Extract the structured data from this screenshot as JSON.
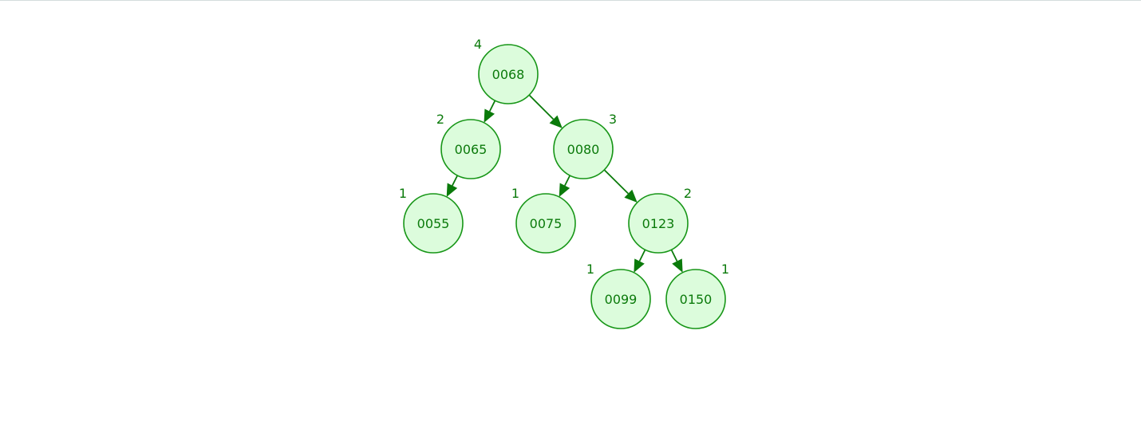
{
  "tree": {
    "nodes": [
      {
        "id": "n68",
        "key": "0068",
        "height": "4",
        "height_side": "left"
      },
      {
        "id": "n65",
        "key": "0065",
        "height": "2",
        "height_side": "left"
      },
      {
        "id": "n80",
        "key": "0080",
        "height": "3",
        "height_side": "right"
      },
      {
        "id": "n55",
        "key": "0055",
        "height": "1",
        "height_side": "left"
      },
      {
        "id": "n75",
        "key": "0075",
        "height": "1",
        "height_side": "left"
      },
      {
        "id": "n123",
        "key": "0123",
        "height": "2",
        "height_side": "right"
      },
      {
        "id": "n99",
        "key": "0099",
        "height": "1",
        "height_side": "left"
      },
      {
        "id": "n150",
        "key": "0150",
        "height": "1",
        "height_side": "right"
      }
    ],
    "edges": [
      {
        "from": "n68",
        "to": "n65"
      },
      {
        "from": "n68",
        "to": "n80"
      },
      {
        "from": "n65",
        "to": "n55"
      },
      {
        "from": "n80",
        "to": "n75"
      },
      {
        "from": "n80",
        "to": "n123"
      },
      {
        "from": "n123",
        "to": "n99"
      },
      {
        "from": "n123",
        "to": "n150"
      }
    ],
    "colors": {
      "node_fill": "#dcfcdc",
      "node_stroke": "#179617",
      "text": "#0b7a0b",
      "edge": "#0a7a0a"
    }
  }
}
